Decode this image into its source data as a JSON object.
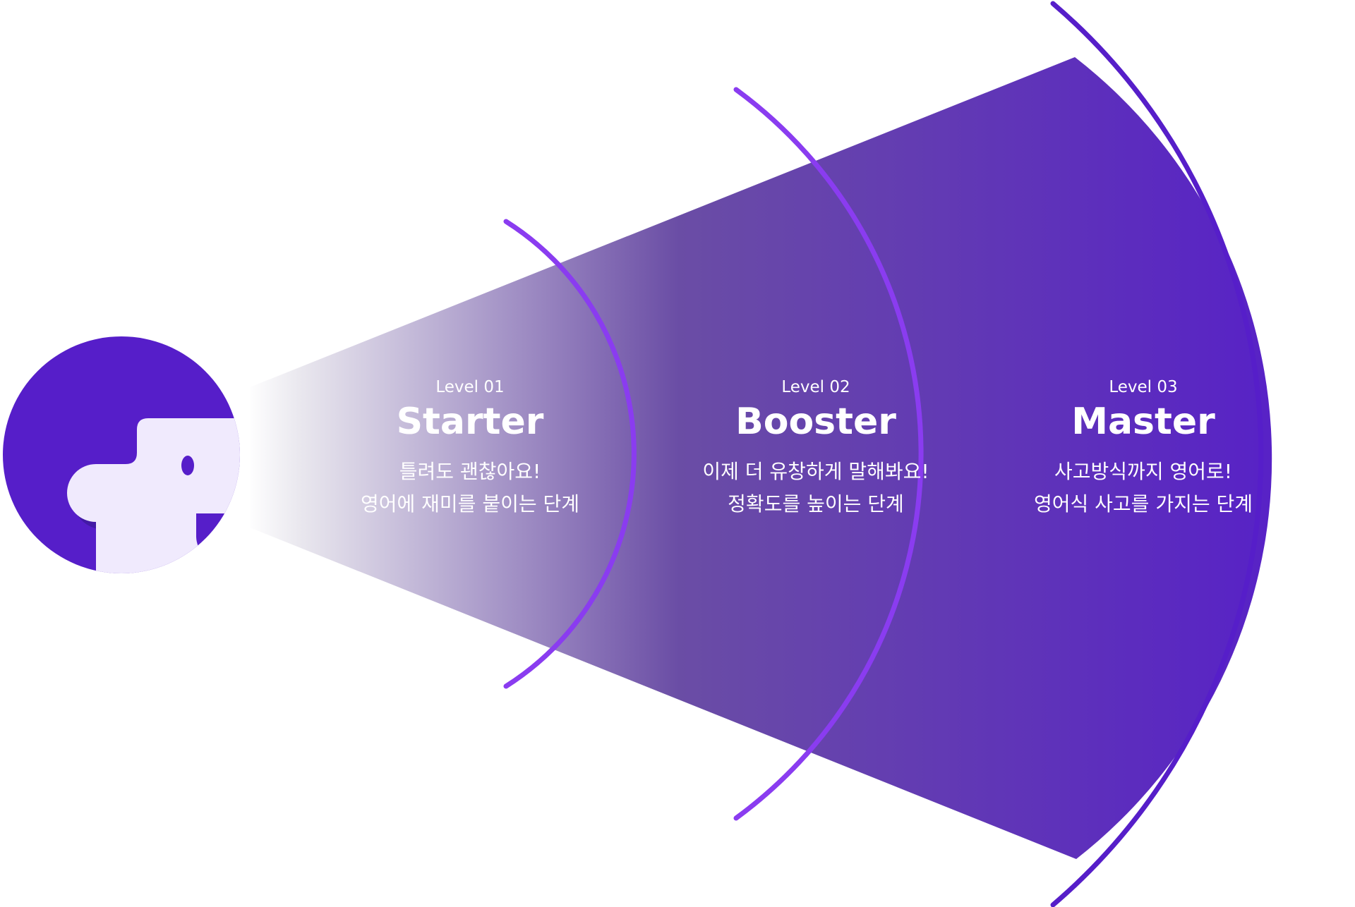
{
  "colors": {
    "primary": "#561ec9",
    "arc": "#8a3cf0",
    "face": "#f0eafd",
    "ear": "#431aa6",
    "cone_start": "#ffffff",
    "cone_mid": "#6a4da5",
    "cone_end": "#561ec9"
  },
  "icons": {
    "character": "person-head-icon"
  },
  "levels": [
    {
      "level_label": "Level 01",
      "name": "Starter",
      "line1": "틀려도 괜찮아요!",
      "line2": "영어에 재미를 붙이는 단계"
    },
    {
      "level_label": "Level 02",
      "name": "Booster",
      "line1": "이제 더 유창하게 말해봐요!",
      "line2": "정확도를 높이는 단계"
    },
    {
      "level_label": "Level 03",
      "name": "Master",
      "line1": "사고방식까지 영어로!",
      "line2": "영어식 사고를 가지는 단계"
    }
  ]
}
